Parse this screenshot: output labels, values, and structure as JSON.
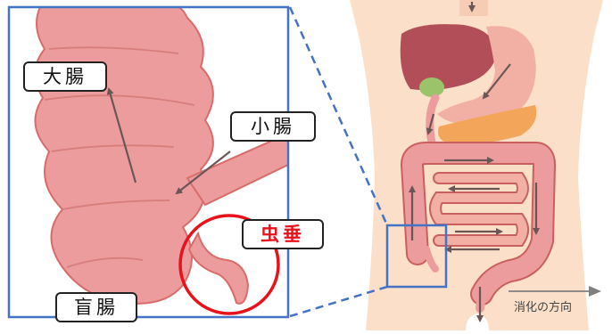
{
  "labels": {
    "large_intestine": "大腸",
    "small_intestine": "小腸",
    "appendix": "虫垂",
    "cecum": "盲腸",
    "digestion_direction": "消化の方向"
  },
  "colors": {
    "frame_blue": "#4472c4",
    "highlight_red": "#e8121a",
    "intestine_pink": "#ec9c9c",
    "intestine_outline": "#c9605f",
    "skin": "#fbdfc8",
    "liver": "#b14e58",
    "stomach": "#f2b0a4",
    "pancreas": "#f3a65a",
    "gallbladder": "#9bc46a",
    "arrow": "#6b5656"
  }
}
